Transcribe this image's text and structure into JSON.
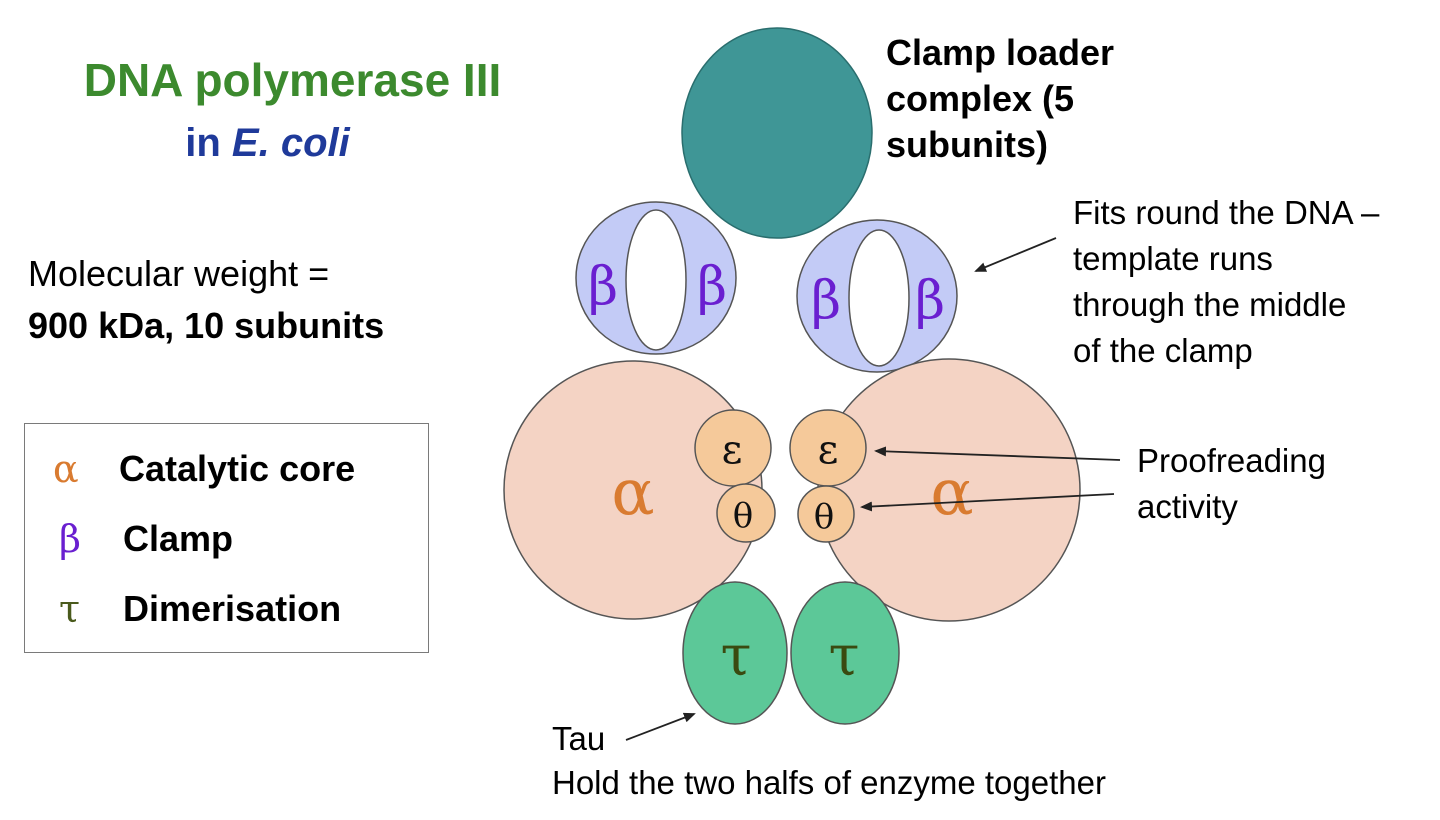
{
  "title": {
    "main": "DNA polymerase III",
    "sub_prefix": "in ",
    "sub_italic": "E. coli"
  },
  "molecular_weight": {
    "line1": "Molecular weight =",
    "line2": "900 kDa, 10 subunits"
  },
  "legend": [
    {
      "symbol": "α",
      "label": "Catalytic core",
      "color": "#d97b30"
    },
    {
      "symbol": "β",
      "label": "Clamp",
      "color": "#6a1fd0"
    },
    {
      "symbol": "τ",
      "label": "Dimerisation",
      "color": "#4a5a1c"
    }
  ],
  "clamp_loader": {
    "lines": [
      "Clamp loader",
      "complex (5",
      "subunits)"
    ]
  },
  "annotations": {
    "clamp_note": [
      "Fits round the DNA –",
      "template runs",
      "through the middle",
      "of the clamp"
    ],
    "proofreading": [
      "Proofreading",
      "activity"
    ],
    "tau_title": "Tau",
    "tau_desc": "Hold the two halfs of enzyme together"
  },
  "subunit_symbols": {
    "alpha": "α",
    "beta": "β",
    "epsilon": "ε",
    "theta": "θ",
    "tau": "τ"
  },
  "colors": {
    "clamp_loader_fill": "#3f9696",
    "beta_fill": "#c3cbf6",
    "alpha_fill": "#f4d3c4",
    "epsilon_theta_fill": "#f5c99a",
    "tau_fill": "#5cc898",
    "alpha_text": "#d97b30",
    "beta_text": "#6a1fd0",
    "tau_text": "#3a4a10"
  }
}
